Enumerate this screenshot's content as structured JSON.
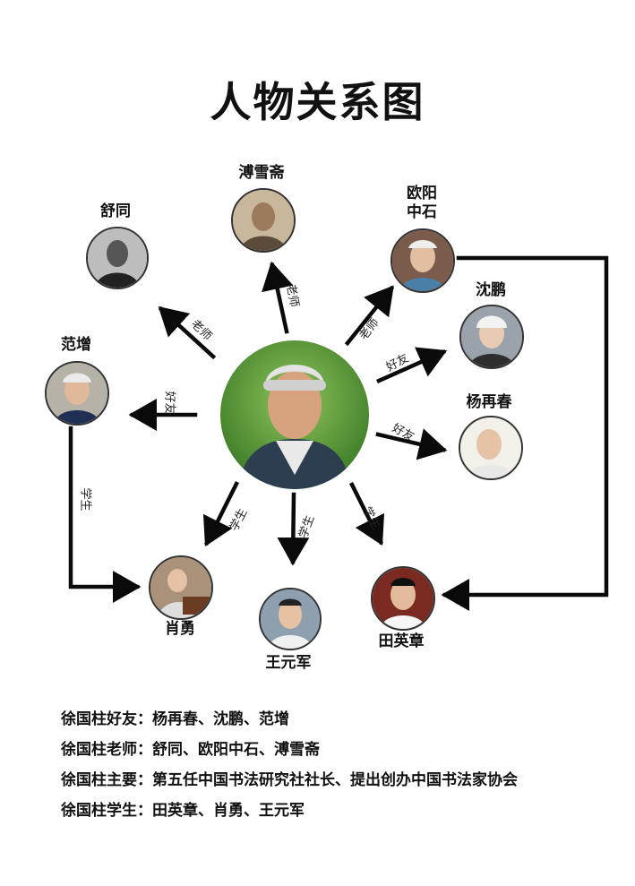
{
  "title": "人物关系图",
  "people": {
    "shutong": "舒同",
    "buxuezhai": "溥雪斋",
    "ouyang": "欧阳\n中石",
    "shenpeng": "沈鹏",
    "fanzeng": "范增",
    "yangzaichun": "杨再春",
    "xiaoyong": "肖勇",
    "wangyuanjun": "王元军",
    "tianyingzhang": "田英章"
  },
  "relations": {
    "teacher": "老师",
    "friend": "好友",
    "student": "学生"
  },
  "summary": {
    "friends": "徐国柱好友：杨再春、沈鹏、范增",
    "teachers": "徐国柱老师：舒同、欧阳中石、溥雪斋",
    "main": "徐国柱主要：第五任中国书法研究社社长、提出创办中国书法家协会",
    "students": "徐国柱学生：田英章、肖勇、王元军"
  },
  "colors": {
    "arrow": "#0a0a0a",
    "text": "#111111"
  }
}
